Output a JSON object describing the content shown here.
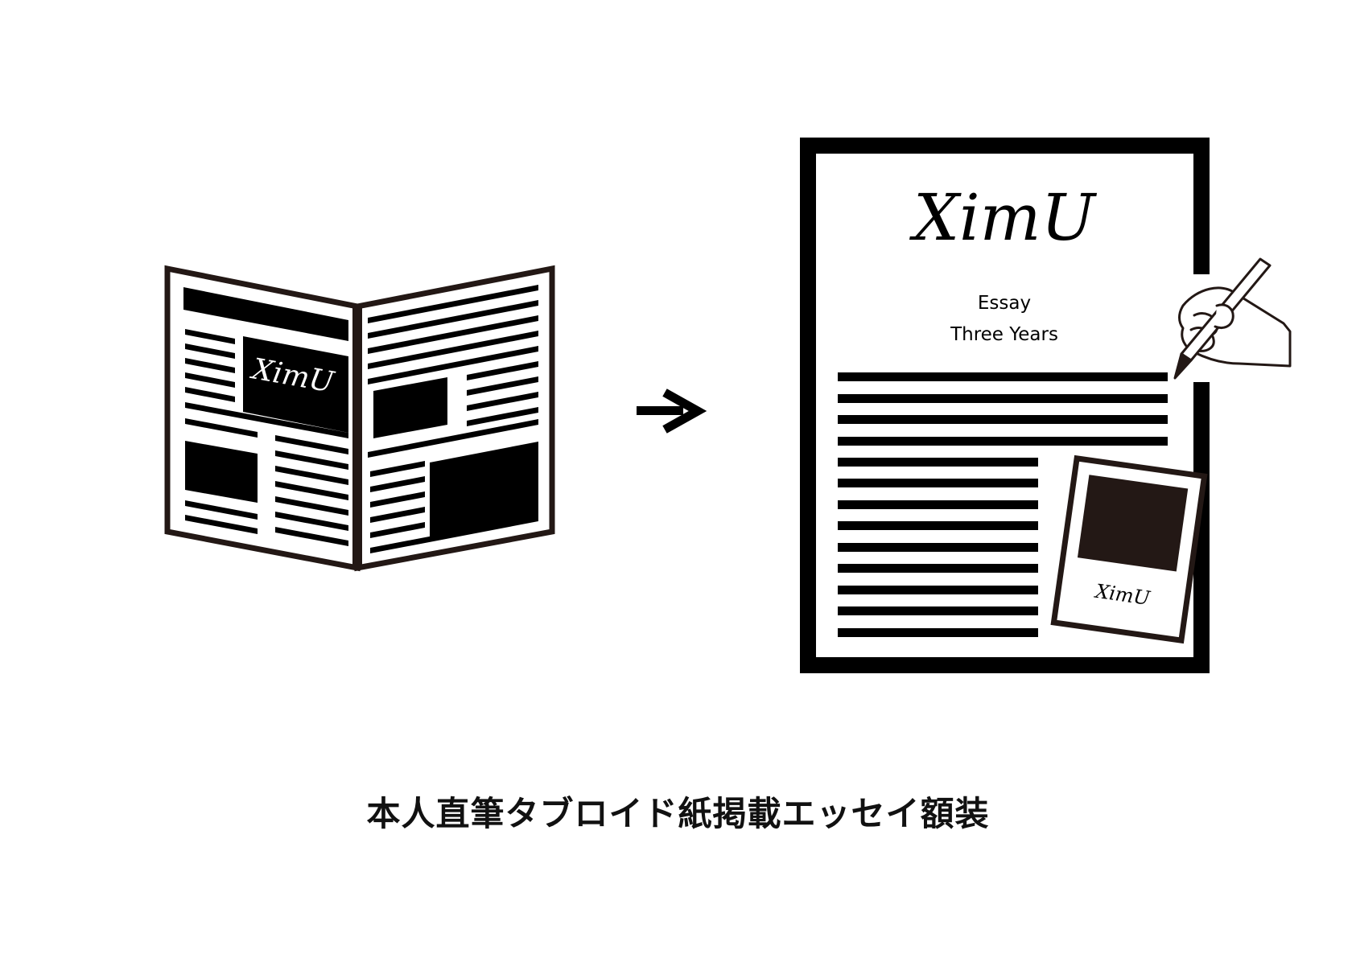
{
  "signature": "XimU",
  "frame": {
    "essay_label": "Essay",
    "essay_title": "Three Years"
  },
  "caption": "本人直筆タブロイド紙掲載エッセイ額装",
  "icons": {
    "source": "newspaper-icon",
    "arrow": "arrow-right-icon",
    "result": "framed-essay-icon",
    "tool": "hand-pen-icon",
    "photo": "polaroid-photo-icon"
  },
  "colors": {
    "ink": "#231815",
    "line": "#000000",
    "background": "#ffffff"
  }
}
